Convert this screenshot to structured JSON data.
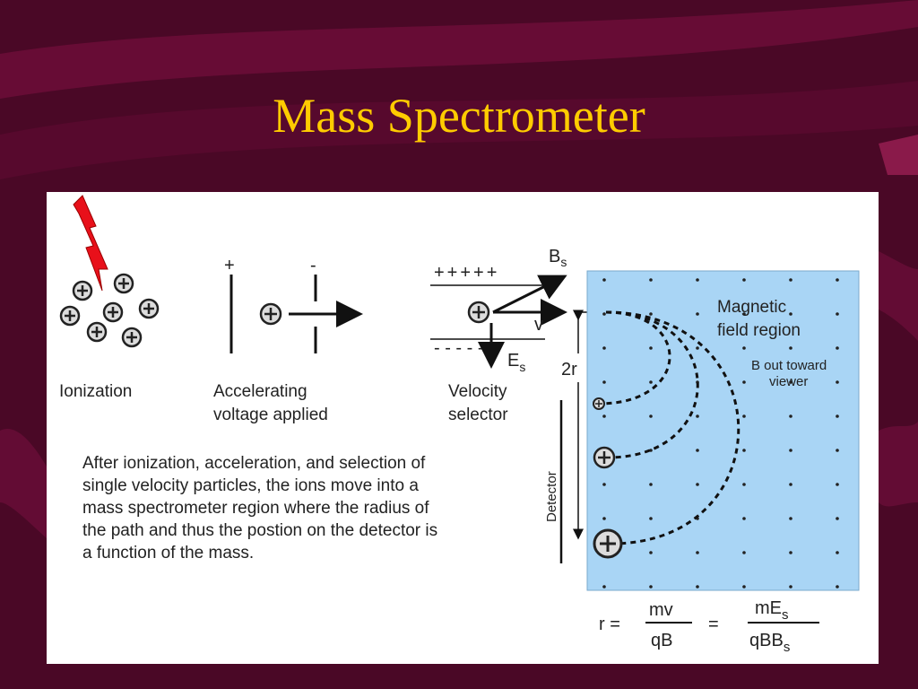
{
  "slide": {
    "title": "Mass Spectrometer"
  },
  "diagram": {
    "stages": [
      {
        "label": "Ionization"
      },
      {
        "label_line1": "Accelerating",
        "label_line2": "voltage applied",
        "plus_sign": "+",
        "minus_sign": "-"
      },
      {
        "label_line1": "Velocity",
        "label_line2": "selector",
        "top_plates": "+++++",
        "bottom_plates": "- - - - -"
      }
    ],
    "vectors": {
      "b_field": "B",
      "b_sub": "s",
      "e_field": "E",
      "e_sub": "s",
      "velocity": "v",
      "two_r": "2r"
    },
    "magnetic_region": {
      "line1": "Magnetic",
      "line2": "field region",
      "note_line1": "B out toward",
      "note_line2": "viewer",
      "color": "#a9d5f5"
    },
    "detector_label": "Detector",
    "description": "After ionization, acceleration, and selection of single velocity particles, the ions move into a mass spectrometer region where the radius of the path and thus the postion on the detector is a function of the mass.",
    "formula": {
      "lhs": "r =",
      "num1": "mv",
      "den1": "qB",
      "eq": "=",
      "num2_main": "mE",
      "num2_sub": "s",
      "den2_main": "qBB",
      "den2_sub": "s"
    }
  }
}
